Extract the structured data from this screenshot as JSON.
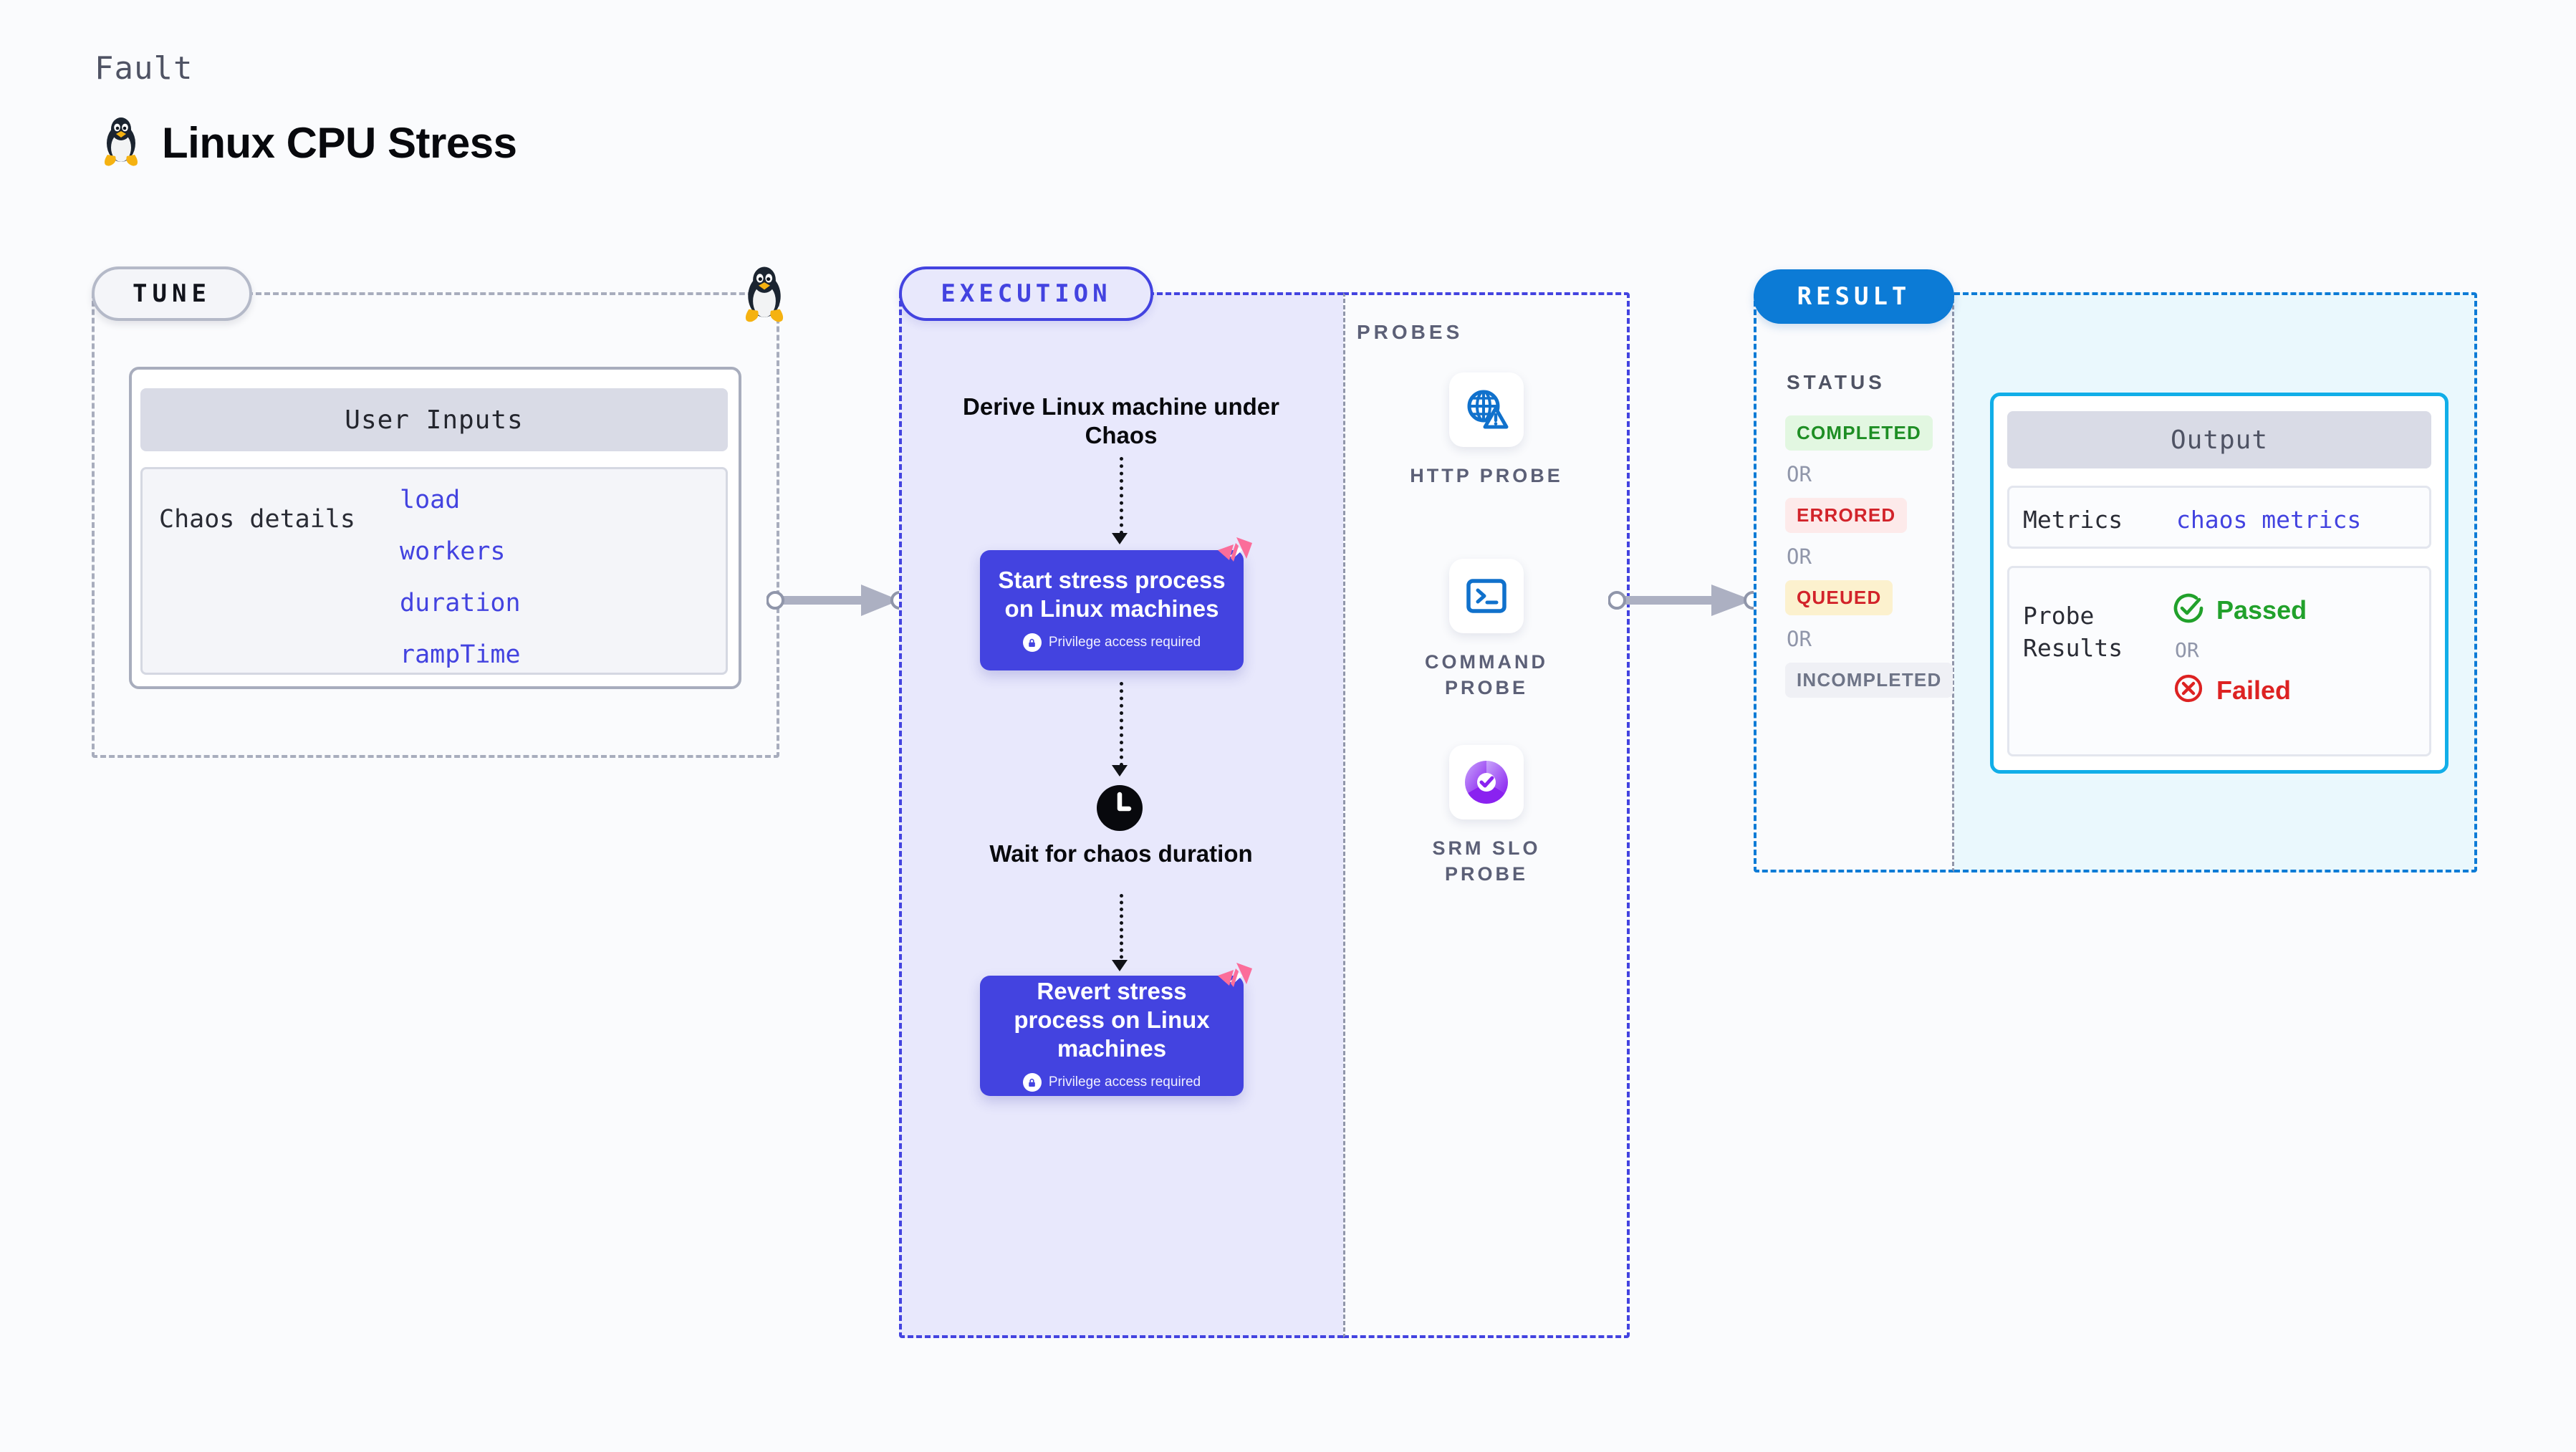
{
  "header": {
    "eyebrow": "Fault",
    "title": "Linux CPU Stress",
    "icon": "linux-penguin-icon"
  },
  "tune": {
    "badge": "TUNE",
    "corner_icon": "linux-penguin-icon",
    "card": {
      "header": "User Inputs",
      "details_label": "Chaos details",
      "params": [
        "load",
        "workers",
        "duration",
        "rampTime"
      ]
    }
  },
  "execution": {
    "badge": "EXECUTION",
    "steps": [
      {
        "type": "text",
        "label": "Derive Linux machine under Chaos"
      },
      {
        "type": "card",
        "label": "Start stress process on Linux machines",
        "note": "Privilege access required",
        "note_icon": "lock-icon",
        "brand_icon": "harness-logo-icon"
      },
      {
        "type": "text",
        "label": "Wait for chaos duration",
        "icon": "clock-icon"
      },
      {
        "type": "card",
        "label": "Revert stress process on Linux machines",
        "note": "Privilege access required",
        "note_icon": "lock-icon",
        "brand_icon": "harness-logo-icon"
      }
    ]
  },
  "probes": {
    "label": "PROBES",
    "items": [
      {
        "name": "HTTP PROBE",
        "icon": "globe-warning-icon"
      },
      {
        "name": "COMMAND PROBE",
        "icon": "terminal-icon"
      },
      {
        "name": "SRM SLO PROBE",
        "icon": "donut-check-icon"
      }
    ]
  },
  "result": {
    "badge": "RESULT",
    "status_label": "STATUS",
    "or_label": "OR",
    "statuses": [
      {
        "label": "COMPLETED",
        "text_color": "#1E8E24",
        "bg_color": "#E2F7E1"
      },
      {
        "label": "ERRORED",
        "text_color": "#D2232A",
        "bg_color": "#FDEAEA"
      },
      {
        "label": "QUEUED",
        "text_color": "#D2232A",
        "bg_color": "#FCF1CE"
      },
      {
        "label": "INCOMPLETED",
        "text_color": "#6E7487",
        "bg_color": "#EFF0F5"
      }
    ],
    "output": {
      "header": "Output",
      "metrics_key": "Metrics",
      "metrics_value": "chaos metrics",
      "probe_results_key": "Probe Results",
      "passed_label": "Passed",
      "failed_label": "Failed",
      "or_label": "OR",
      "passed_color": "#21A12B",
      "failed_color": "#DD2222"
    }
  },
  "colors": {
    "accent_indigo": "#4343E0",
    "accent_blue": "#0C7BD6",
    "accent_cyan": "#11AEE8",
    "harness_pink": "#FB6D9A",
    "gray_dash": "#A8ADBD"
  }
}
